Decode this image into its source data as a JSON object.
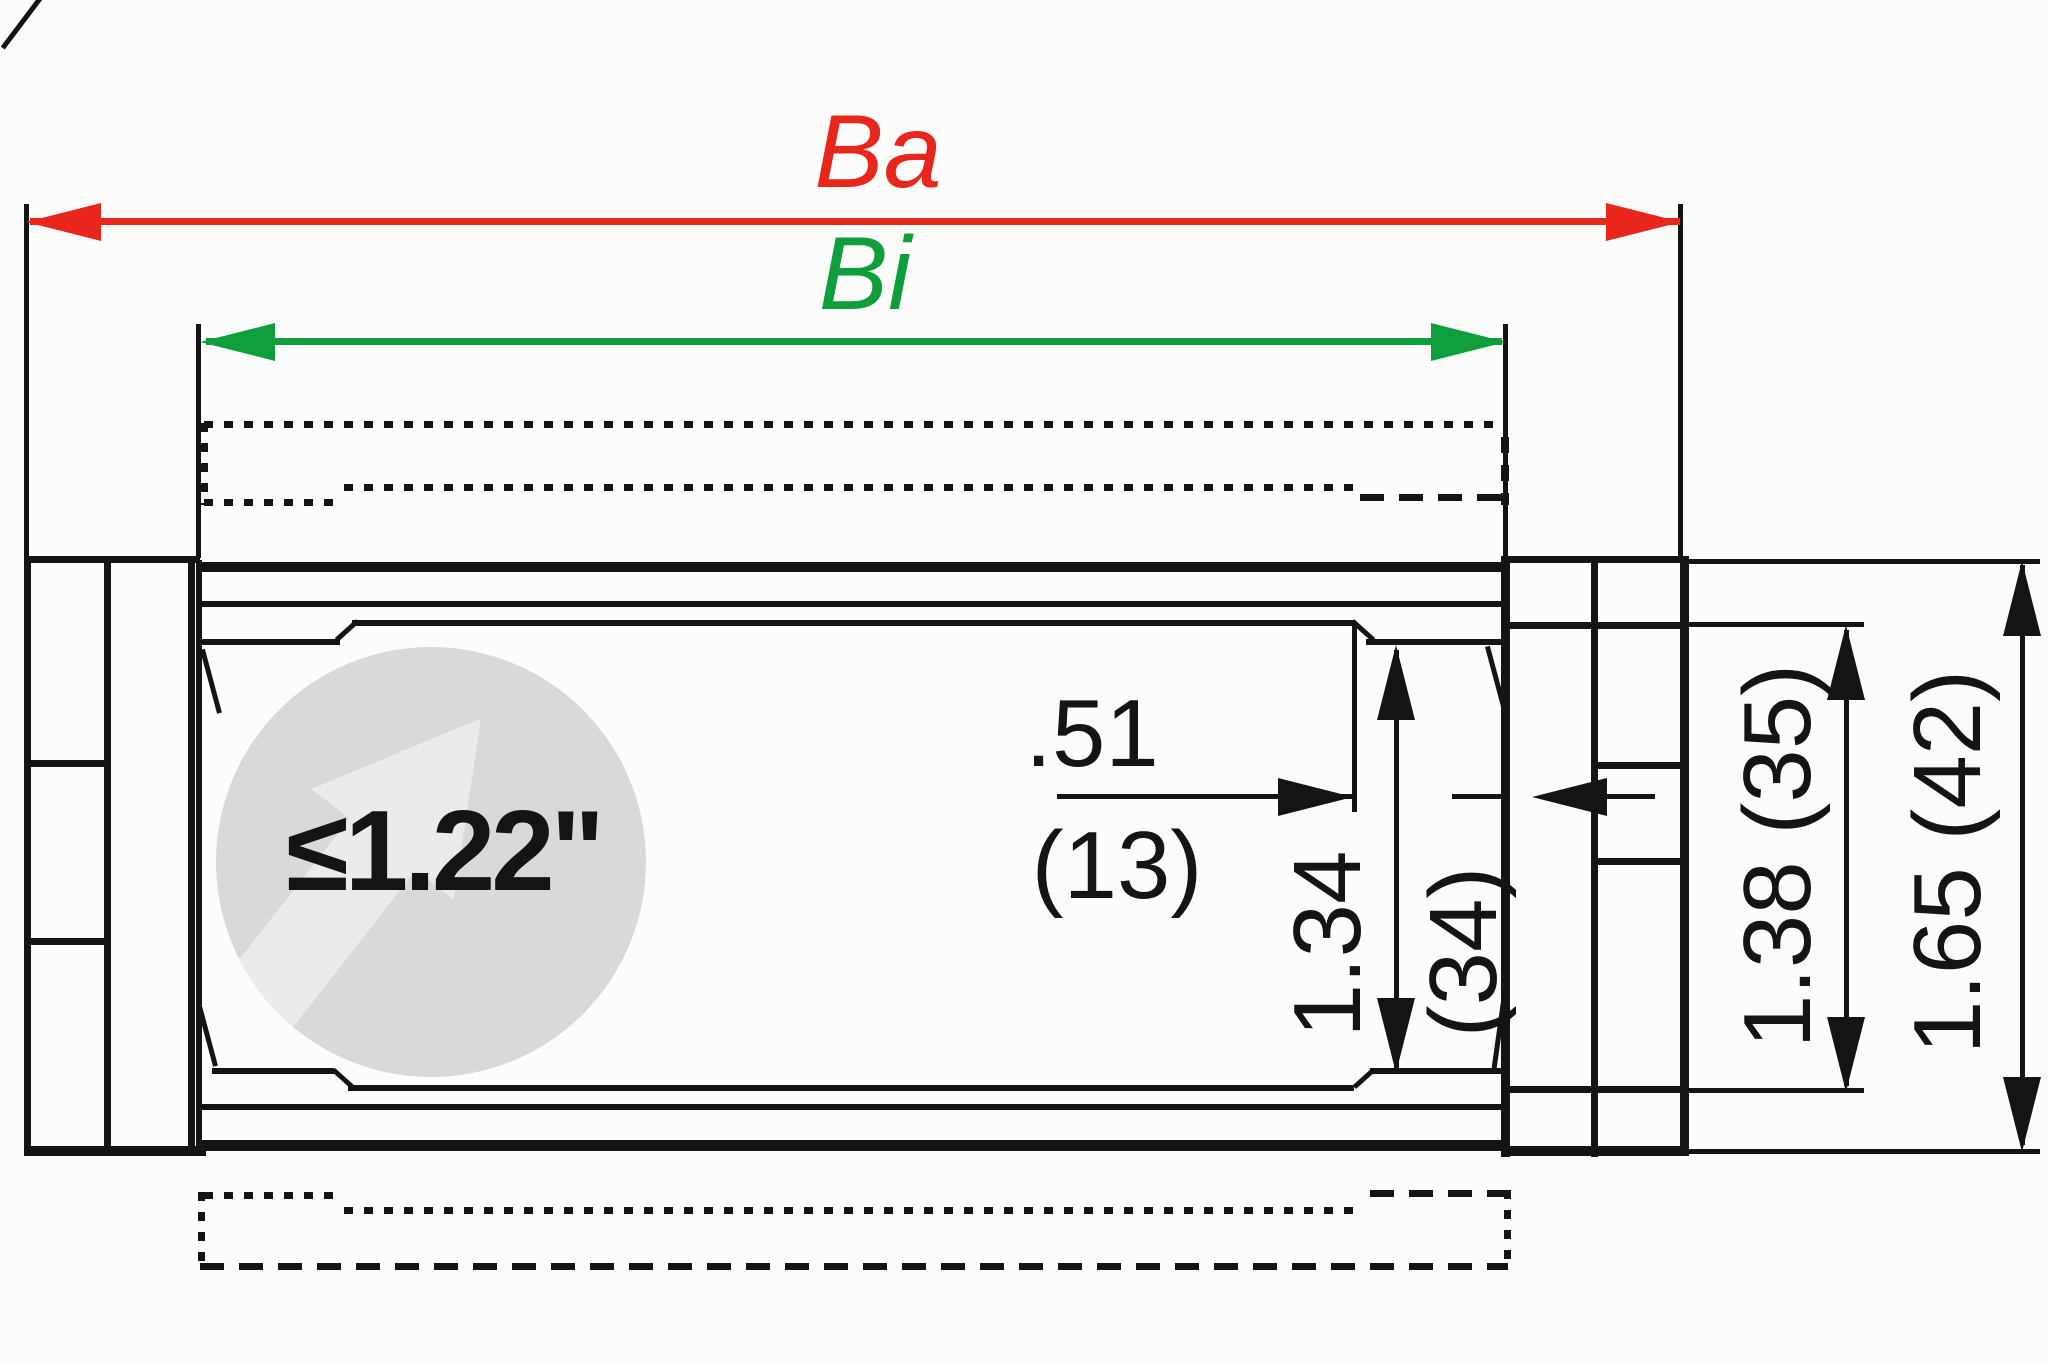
{
  "drawing": {
    "title": "cable-carrier-cross-section",
    "colors": {
      "line": "#141414",
      "outer_width_dimension": "#e8261b",
      "inner_width_dimension": "#0f9e3c",
      "circle_fill": "#d9d9d9",
      "circle_arrow_fill": "#ebebeb"
    },
    "dimensions": {
      "outer_width_label": "Ba",
      "inner_width_label": "Bi",
      "side_width_inches": ".51",
      "side_width_mm": "(13)",
      "inner_height_inches": "1.34",
      "inner_height_mm": "(34)",
      "link_height_inches_mm": "1.38 (35)",
      "outer_height_inches_mm": "1.65 (42)",
      "max_cable_diameter": "≤1.22\""
    }
  }
}
